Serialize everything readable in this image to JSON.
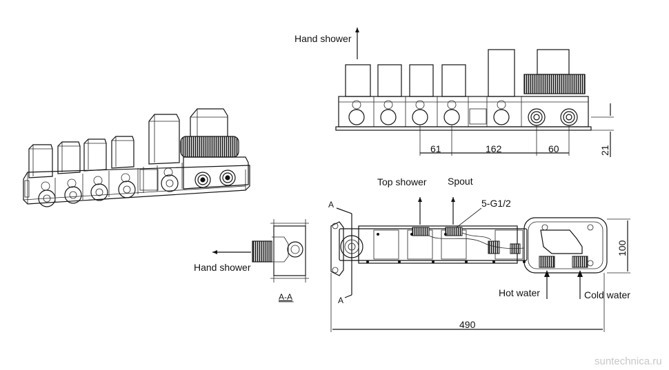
{
  "labels": {
    "hand_shower_top": "Hand shower",
    "hand_shower_section": "Hand shower",
    "top_shower": "Top shower",
    "spout": "Spout",
    "thread": "5-G1/2",
    "hot_water": "Hot water",
    "cold_water": "Cold water",
    "section_a_top": "A",
    "section_a_bottom": "A",
    "section_title": "A-A"
  },
  "dimensions": {
    "d61": "61",
    "d162": "162",
    "d60": "60",
    "d21": "21",
    "d100": "100",
    "d490": "490"
  },
  "watermark": "suntechnica.ru"
}
